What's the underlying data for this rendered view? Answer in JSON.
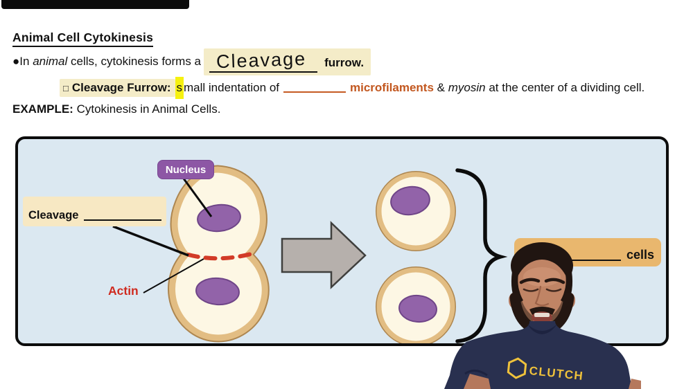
{
  "lesson": {
    "title": "Animal Cell Cytokinesis",
    "bullet1": {
      "bullet": "●",
      "text_before_italic": "In ",
      "italic_word": "animal",
      "text_after_italic": " cells, cytokinesis forms a",
      "handwritten_answer": "Cleavage",
      "bold_word": "furrow",
      "period": "."
    },
    "bullet2": {
      "bullet": "□",
      "term": "Cleavage Furrow:",
      "highlighted_letter": "s",
      "text_1": "mall indentation of",
      "bold_orange_word": "microfilaments",
      "amp": " & ",
      "italic_word": "myosin",
      "text_2": " at the center of a dividing cell."
    },
    "example": {
      "label": "EXAMPLE:",
      "text": " Cytokinesis in Animal Cells."
    }
  },
  "diagram": {
    "nucleus_label": "Nucleus",
    "cleavage_label": "Cleavage",
    "actin_label": "Actin",
    "cells_label": "cells"
  },
  "person": {
    "shirt_brand": "CLUTCH"
  },
  "colors": {
    "top_bar": "#0b0b0b",
    "highlight_cream": "#f4ecc8",
    "highlight_yellow": "#f6f110",
    "blank_orange": "#c55a22",
    "microfilaments_text": "#c2571f",
    "diagram_bg": "#dbe8f1",
    "membrane_tan": "#e2bd83",
    "membrane_edge": "#ad8650",
    "cell_interior": "#fdf7e4",
    "nucleus_purple": "#9263a9",
    "nucleus_badge": "#8d57a5",
    "actin_red": "#cf2b20",
    "arrow_gray": "#b6b0ac",
    "cells_box_tan": "#e9b76e",
    "label_box_cream": "#f7e8c3",
    "shirt_navy": "#29304f",
    "logo_yellow": "#efc23b"
  }
}
